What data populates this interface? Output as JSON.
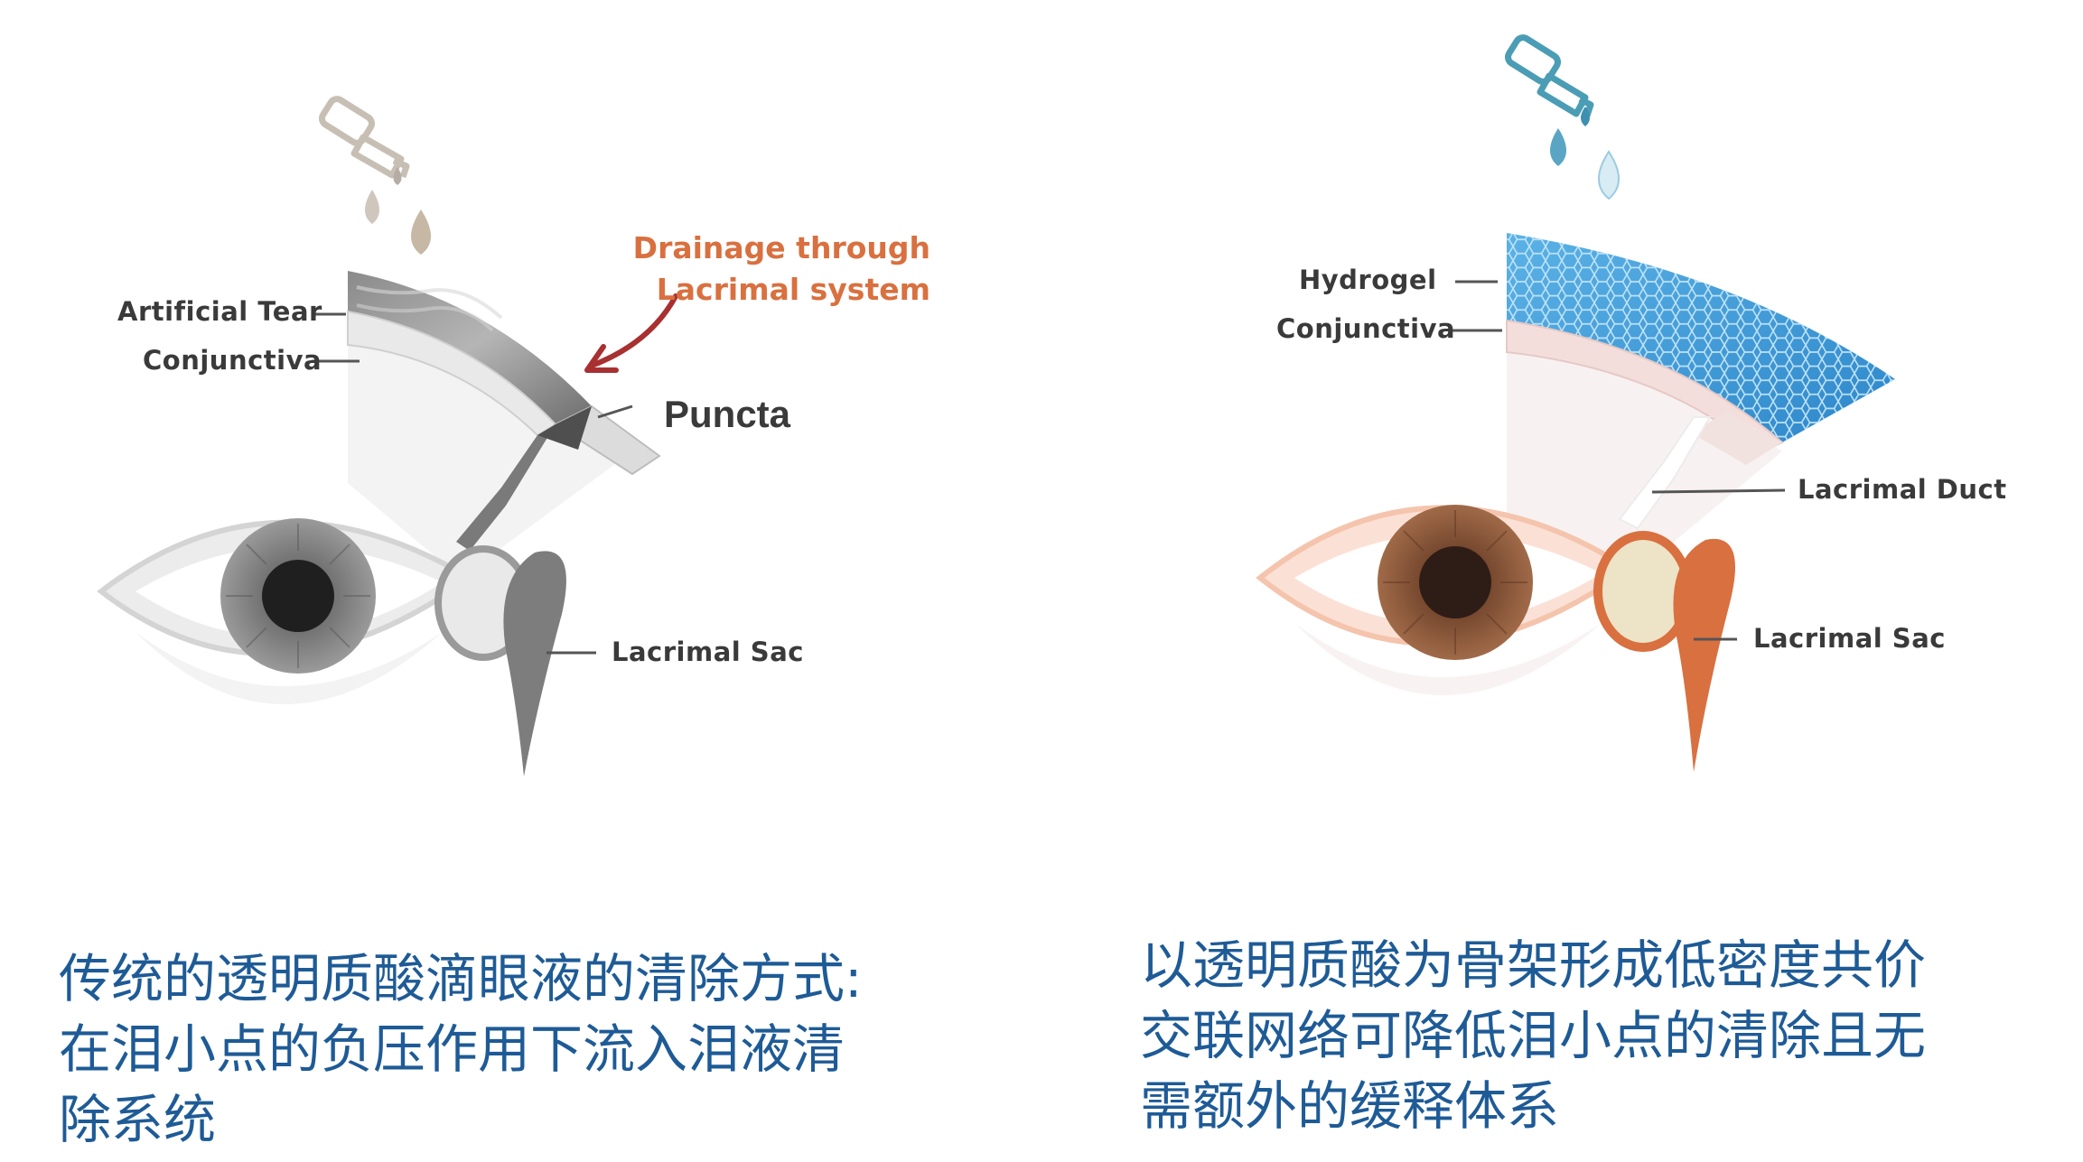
{
  "left": {
    "labels": {
      "artificial_tear": "Artificial Tear",
      "conjunctiva": "Conjunctiva",
      "drainage_line1": "Drainage through",
      "drainage_line2": "Lacrimal system",
      "puncta": "Puncta",
      "lacrimal_sac": "Lacrimal Sac"
    },
    "caption": [
      "传统的透明质酸滴眼液的清除方式:",
      "在泪小点的负压作用下流入泪液清",
      "除系统"
    ]
  },
  "right": {
    "labels": {
      "hydrogel": "Hydrogel",
      "conjunctiva": "Conjunctiva",
      "lacrimal_duct": "Lacrimal Duct",
      "lacrimal_sac": "Lacrimal Sac"
    },
    "caption": [
      "以透明质酸为骨架形成低密度共价",
      "交联网络可降低泪小点的清除且无",
      "需额外的缓释体系"
    ]
  },
  "colors": {
    "caption": "#1e5b96",
    "label": "#3a3a3a",
    "drainage_text": "#d9703f",
    "drainage_arrow": "#a83030",
    "hydrogel": "#3a9ad9",
    "iris_right": "#8a5a3c",
    "sac_right": "#d9703f",
    "eye_outline_right": "#f5c4ad"
  },
  "icons": [
    "eye-dropper-icon",
    "droplet-icon"
  ]
}
